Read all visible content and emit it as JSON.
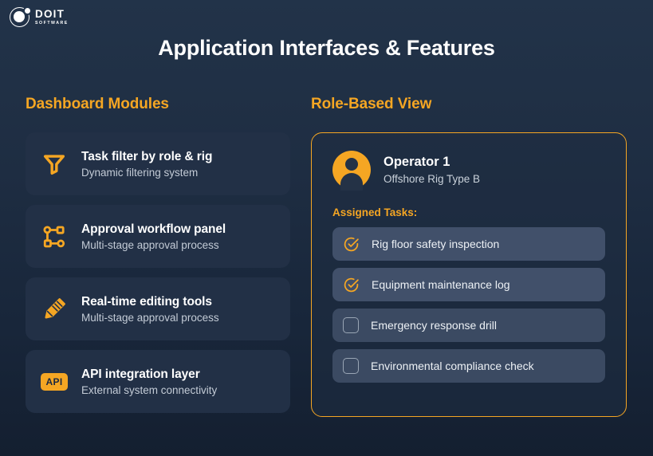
{
  "brand": {
    "name": "DOIT",
    "tagline": "SOFTWARE",
    "logo_icon": "doit-orbit-logo"
  },
  "header": {
    "title": "Application Interfaces & Features"
  },
  "colors": {
    "accent": "#f5a623",
    "background_top": "#223349",
    "background_bottom": "#141f30",
    "card": "#223046",
    "task_row": "#41506a",
    "text_primary": "#ffffff",
    "text_secondary": "#c3cbd6"
  },
  "left_column": {
    "heading": "Dashboard Modules",
    "modules": [
      {
        "icon": "filter-funnel-icon",
        "title": "Task filter by role & rig",
        "description": "Dynamic filtering system"
      },
      {
        "icon": "workflow-nodes-icon",
        "title": "Approval workflow panel",
        "description": "Multi-stage approval process"
      },
      {
        "icon": "pencil-edit-icon",
        "title": "Real-time editing tools",
        "description": "Multi-stage approval process"
      },
      {
        "icon": "api-badge-icon",
        "badge_label": "API",
        "title": "API integration layer",
        "description": "External system connectivity"
      }
    ]
  },
  "right_column": {
    "heading": "Role-Based View",
    "role_card": {
      "avatar_icon": "user-avatar-icon",
      "name": "Operator 1",
      "subtitle": "Offshore Rig Type B",
      "tasks_label": "Assigned Tasks:",
      "tasks": [
        {
          "label": "Rig floor safety inspection",
          "checked": true,
          "icon": "circle-check-icon"
        },
        {
          "label": "Equipment maintenance log",
          "checked": true,
          "icon": "circle-check-icon"
        },
        {
          "label": "Emergency response drill",
          "checked": false,
          "icon": "checkbox-empty-icon"
        },
        {
          "label": "Environmental compliance check",
          "checked": false,
          "icon": "checkbox-empty-icon"
        }
      ]
    }
  }
}
